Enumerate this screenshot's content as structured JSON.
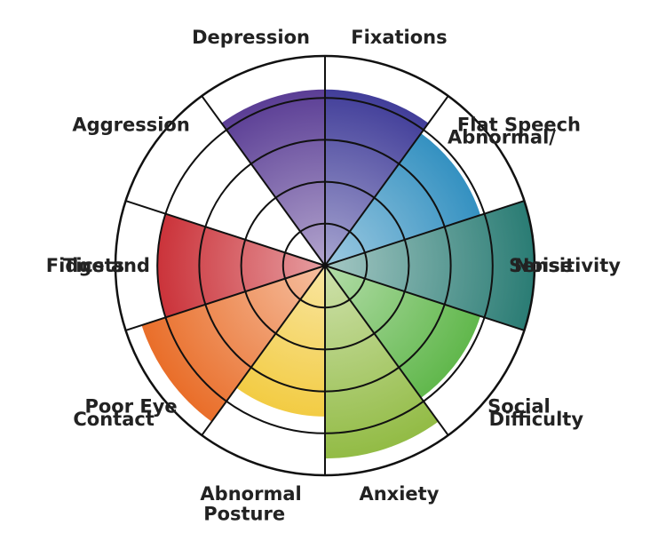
{
  "chart_data": {
    "type": "polar-area",
    "title": "",
    "rmax": 5,
    "rings": [
      1,
      2,
      3,
      4,
      5
    ],
    "grid": true,
    "categories": [
      {
        "label": [
          "Fixations"
        ],
        "value": 4.2,
        "color": "#2e2a8f"
      },
      {
        "label": [
          "Abnormal/",
          "Flat Speech"
        ],
        "value": 3.9,
        "color": "#1781b8"
      },
      {
        "label": [
          "Noise",
          "Sensitivity"
        ],
        "value": 5.0,
        "color": "#2a7c74"
      },
      {
        "label": [
          "Social",
          "Difficulty"
        ],
        "value": 3.9,
        "color": "#4aad32"
      },
      {
        "label": [
          "Anxiety"
        ],
        "value": 4.6,
        "color": "#8db83c"
      },
      {
        "label": [
          "Abnormal",
          "Posture"
        ],
        "value": 3.6,
        "color": "#f0c21f"
      },
      {
        "label": [
          "Poor Eye",
          "Contact"
        ],
        "value": 4.6,
        "color": "#e8671f"
      },
      {
        "label": [
          "Tics and",
          "Fidgets"
        ],
        "value": 4.0,
        "color": "#c41820"
      },
      {
        "label": [
          "Aggression"
        ],
        "value": 0,
        "color": "#888888"
      },
      {
        "label": [
          "Depression"
        ],
        "value": 4.2,
        "color": "#4a2a8a"
      }
    ]
  }
}
